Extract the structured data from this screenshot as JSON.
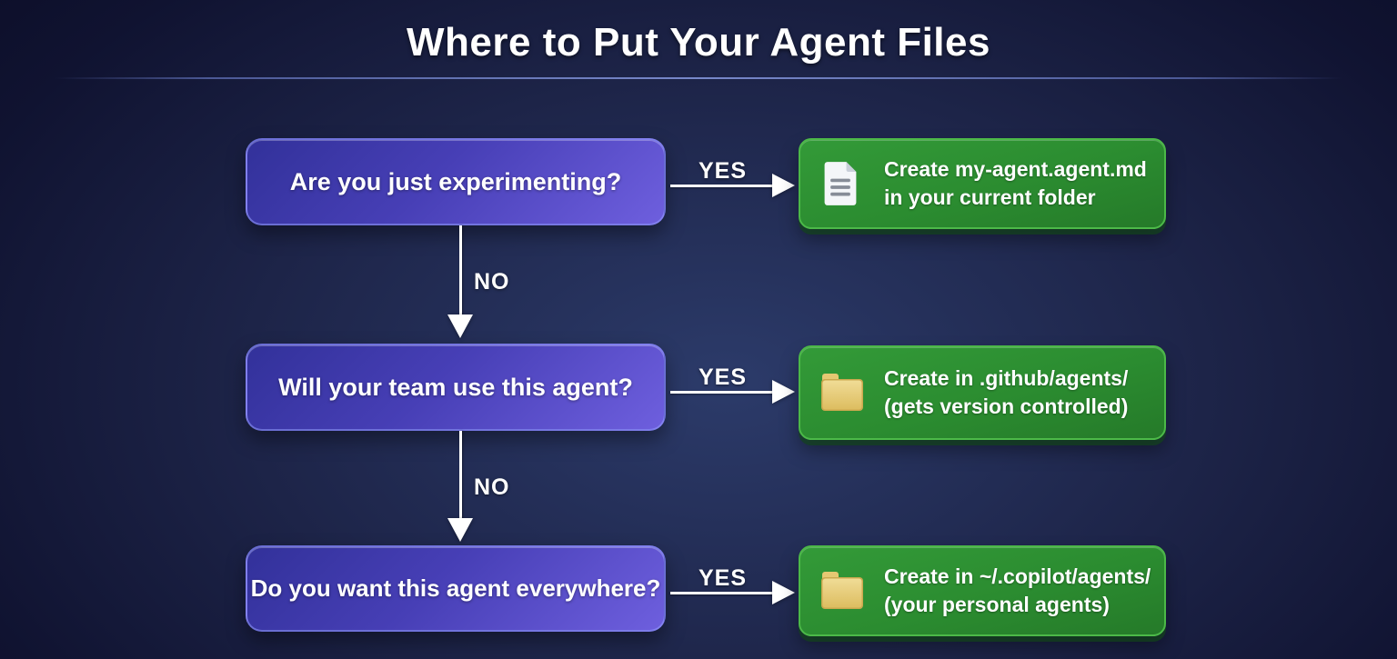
{
  "page": {
    "title": "Where to Put Your Agent Files"
  },
  "colors": {
    "background_center": "#2c3b6a",
    "background_edge": "#0c0e28",
    "question_box_gradient_start": "#32319a",
    "question_box_gradient_end": "#6e5fde",
    "question_box_border": "#969eff",
    "result_box_fill": "#2b8c30",
    "result_box_border": "#4cb948",
    "arrow": "#ffffff",
    "folder_icon": "#e9cf7f",
    "document_icon": "#f4f6f9"
  },
  "flow": {
    "rows": [
      {
        "question": "Are you just experimenting?",
        "branch_label": "YES",
        "icon": "document-icon",
        "result_line1": "Create my-agent.agent.md",
        "result_line2": "in your current folder"
      },
      {
        "question": "Will your team use this agent?",
        "branch_label": "YES",
        "icon": "folder-icon",
        "result_line1": "Create in .github/agents/",
        "result_line2": "(gets version controlled)"
      },
      {
        "question": "Do you want this agent everywhere?",
        "branch_label": "YES",
        "icon": "folder-icon",
        "result_line1": "Create in ~/.copilot/agents/",
        "result_line2": "(your personal agents)"
      }
    ],
    "no_labels": [
      "NO",
      "NO"
    ]
  }
}
